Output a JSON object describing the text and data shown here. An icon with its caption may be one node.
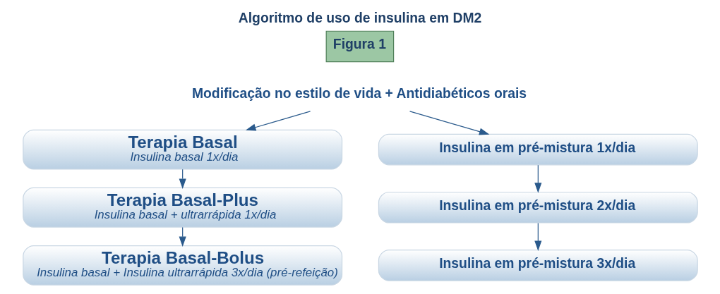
{
  "diagram": {
    "title": "Algoritmo de uso de insulina em DM2",
    "nodes": [
      {
        "text": [
          "Modificação no estilo de vida + Antidiabéticos orais"
        ]
      },
      {
        "text": [
          "Terapia Basal",
          "Insulina basal 1x/dia"
        ]
      },
      {
        "text": [
          "Terapia Basal-Plus",
          "Insulina basal + ultrarrápida 1x/dia"
        ]
      },
      {
        "text": [
          "Terapia Basal-Bolus",
          "Insulina basal + Insulina ultrarrápida 3x/dia (pré-refeição)"
        ]
      },
      {
        "text": [
          "Insulina em pré-mistura 1x/dia"
        ]
      },
      {
        "text": [
          "Insulina em pré-mistura 2x/dia"
        ]
      },
      {
        "text": [
          "Insulina em pré-mistura 3x/dia"
        ]
      }
    ],
    "edges": [
      {
        "from": 0,
        "to": 1,
        "arrow": "to"
      },
      {
        "from": 0,
        "to": 4,
        "arrow": "to"
      },
      {
        "from": 1,
        "to": 2,
        "arrow": "to"
      },
      {
        "from": 2,
        "to": 3,
        "arrow": "to"
      },
      {
        "from": 4,
        "to": 5,
        "arrow": "to"
      },
      {
        "from": 5,
        "to": 6,
        "arrow": "to"
      }
    ],
    "labels": [
      "Figura 1"
    ]
  }
}
